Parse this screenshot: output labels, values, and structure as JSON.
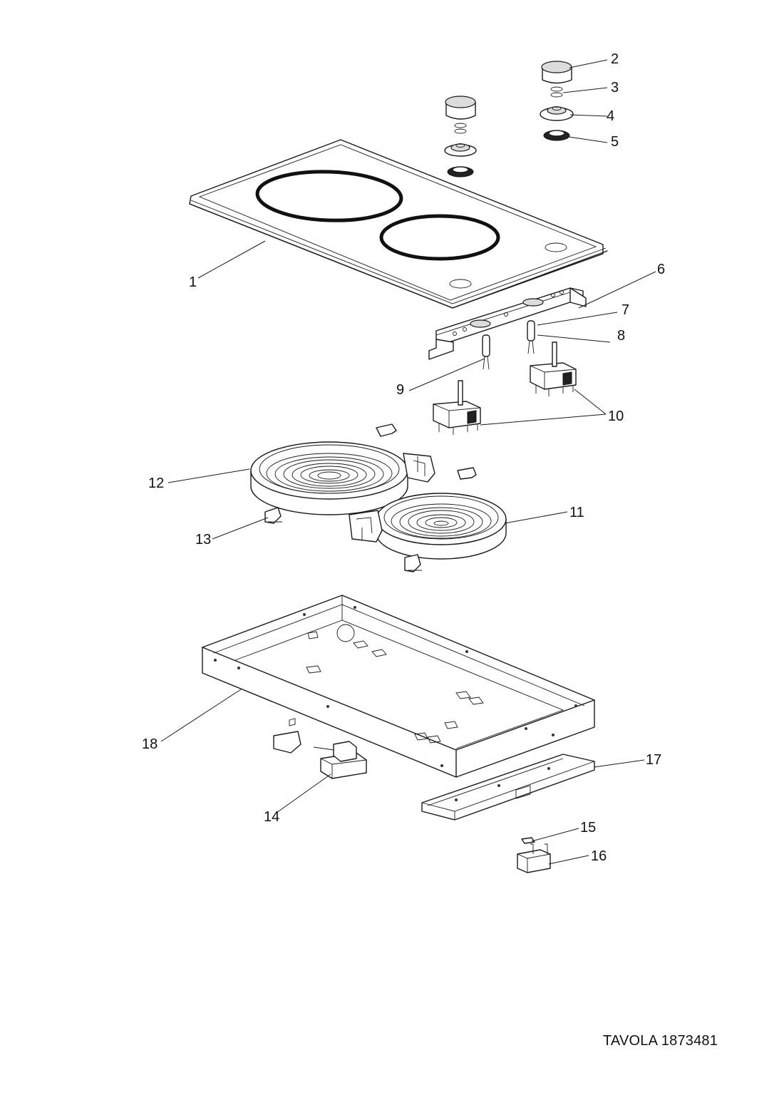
{
  "diagram": {
    "type": "exploded parts diagram",
    "code": "TAVOLA 1873481",
    "parts": [
      {
        "id": "1"
      },
      {
        "id": "2"
      },
      {
        "id": "3"
      },
      {
        "id": "4"
      },
      {
        "id": "5"
      },
      {
        "id": "6"
      },
      {
        "id": "7"
      },
      {
        "id": "8"
      },
      {
        "id": "9"
      },
      {
        "id": "10"
      },
      {
        "id": "11"
      },
      {
        "id": "12"
      },
      {
        "id": "13"
      },
      {
        "id": "14"
      },
      {
        "id": "15"
      },
      {
        "id": "16"
      },
      {
        "id": "17"
      },
      {
        "id": "18"
      }
    ]
  }
}
